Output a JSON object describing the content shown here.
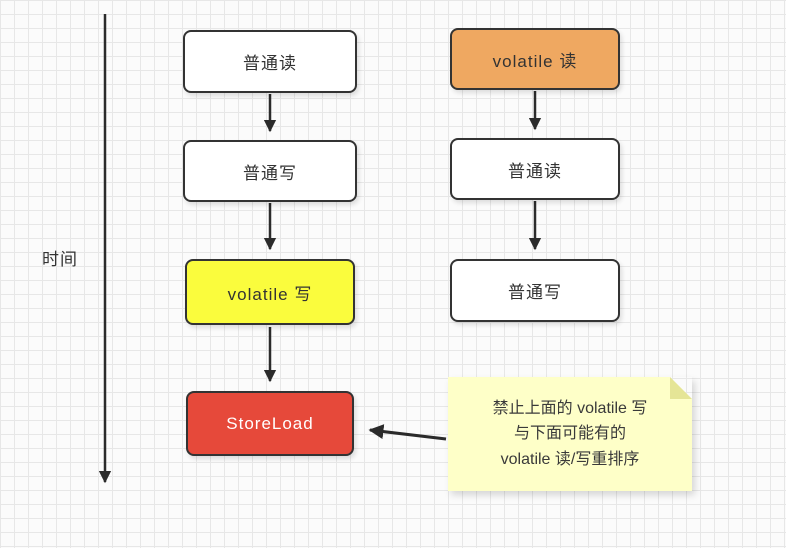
{
  "diagram": {
    "time_label": "时间",
    "left_column": [
      {
        "label": "普通读",
        "type": "plain"
      },
      {
        "label": "普通写",
        "type": "plain"
      },
      {
        "label": "volatile 写",
        "type": "volatile-write"
      },
      {
        "label": "StoreLoad",
        "type": "barrier"
      }
    ],
    "right_column": [
      {
        "label": "volatile 读",
        "type": "volatile-read"
      },
      {
        "label": "普通读",
        "type": "plain"
      },
      {
        "label": "普通写",
        "type": "plain"
      }
    ],
    "note": {
      "line1": "禁止上面的 volatile 写",
      "line2": "与下面可能有的",
      "line3": "volatile 读/写重排序"
    },
    "colors": {
      "plain_box": "#ffffff",
      "volatile_write": "#fafc3d",
      "volatile_read": "#efa861",
      "barrier": "#e6493a",
      "note_bg": "#feffc8",
      "border": "#333333",
      "arrow": "#2b2b2b"
    }
  }
}
